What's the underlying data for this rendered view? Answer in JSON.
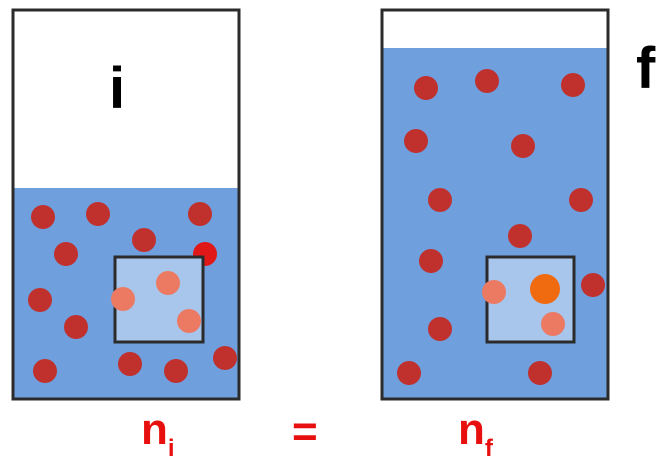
{
  "initial": {
    "label": "i",
    "count_symbol": "n",
    "count_subscript": "i",
    "fill_fraction": 0.55
  },
  "final": {
    "label": "f",
    "count_symbol": "n",
    "count_subscript": "f",
    "fill_fraction": 0.92
  },
  "relation": "=",
  "colors": {
    "liquid": "#6f9fdc",
    "particle": "#c0302d",
    "particle_in_window": "#ec7a63",
    "highlighted_particle": "#f06a10",
    "window_fill": "#a8c5ec",
    "outline": "#2b2b2b",
    "label_red": "#e8100f"
  }
}
